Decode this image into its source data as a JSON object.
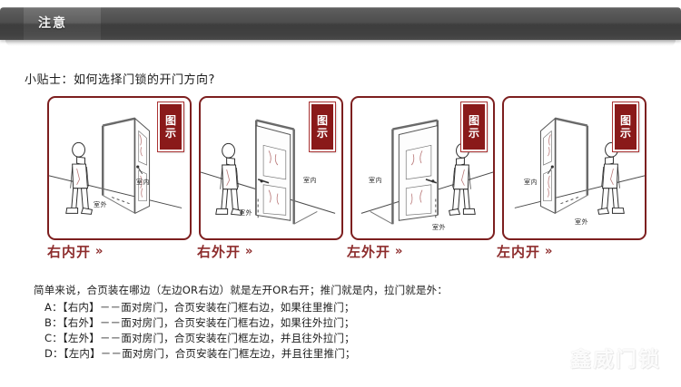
{
  "header": {
    "title": "注意"
  },
  "subtitle": "小贴士：如何选择门锁的开门方向?",
  "panels": [
    {
      "caption": "右内开",
      "arrow": "»",
      "badge_top": "图",
      "badge_bottom": "示",
      "indoor_label": "室内",
      "outdoor_label": "室外",
      "variant": "right-in"
    },
    {
      "caption": "右外开",
      "arrow": "»",
      "badge_top": "图",
      "badge_bottom": "示",
      "indoor_label": "室内",
      "outdoor_label": "室外",
      "variant": "right-out"
    },
    {
      "caption": "左外开",
      "arrow": "»",
      "badge_top": "图",
      "badge_bottom": "示",
      "indoor_label": "室内",
      "outdoor_label": "室外",
      "variant": "left-out"
    },
    {
      "caption": "左内开",
      "arrow": "»",
      "badge_top": "图",
      "badge_bottom": "示",
      "indoor_label": "室内",
      "outdoor_label": "室外",
      "variant": "left-in"
    }
  ],
  "explanation": {
    "lead": "简单来说，合页装在哪边（左边OR右边）就是左开OR右开；推门就是内，拉门就是外：",
    "items": [
      "A：【右内】－－面对房门，合页安装在门框右边，如果往里推门；",
      "B：【右外】－－面对房门，合页安装在门框右边，如果往外拉门；",
      "C：【左外】－－面对房门，合页安装在门框左边，并且往外拉门；",
      "D：【左内】－－面对房门，合页安装在门框左边，并且往里推门；"
    ]
  },
  "watermark": "鑫威门锁",
  "colors": {
    "panel_border": "#7d1f1f",
    "caption": "#8d2c2c",
    "badge_bg": "#8a1a1a",
    "header_dark": "#3d3d3d"
  }
}
